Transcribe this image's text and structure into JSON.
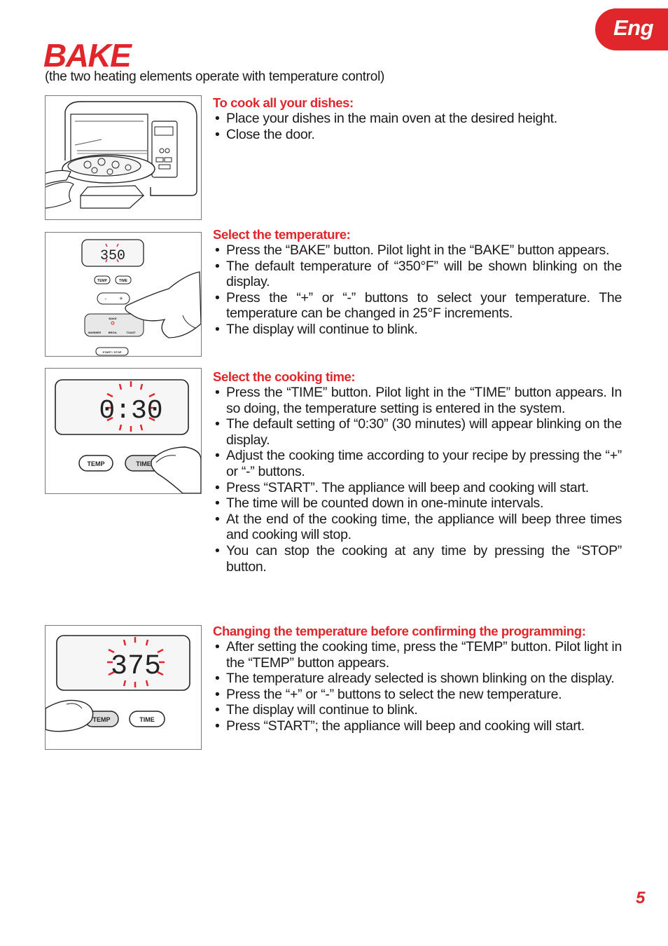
{
  "lang_tab": "Eng",
  "title": "BAKE",
  "subtitle": "(the two heating elements operate with temperature control)",
  "sections": [
    {
      "heading": "To cook all your dishes:",
      "items": [
        "Place your dishes in the main oven at the desired height.",
        "Close the door."
      ]
    },
    {
      "heading": "Select the temperature:",
      "items": [
        "Press the “BAKE” button. Pilot light in the “BAKE” button appears.",
        "The default temperature of “350°F” will be shown blinking on the display.",
        "Press the “+” or “-” buttons to select your temperature. The temperature can be changed in 25°F increments.",
        "The display will continue to blink."
      ]
    },
    {
      "heading": "Select the cooking time:",
      "items": [
        "Press the “TIME” button. Pilot light in the “TIME” button appears. In so doing, the temperature setting is entered in the system.",
        "The default setting of “0:30” (30 minutes) will appear blinking on the display.",
        "Adjust the cooking time according to your recipe by pressing the “+” or “-” buttons.",
        "Press “START”. The appliance will beep and cooking will start.",
        "The time will be counted down in one-minute intervals.",
        "At the end of the cooking time, the appliance will beep three times and cooking will stop.",
        "You can stop the cooking at any time by pressing the “STOP” button."
      ]
    },
    {
      "heading": "Changing the temperature before confirming the programming:",
      "items": [
        "After setting the cooking time, press the “TEMP” button. Pilot light in the “TEMP” button appears.",
        "The temperature already selected is shown blinking on the display.",
        "Press the “+” or “-” buttons to select the new temperature.",
        "The display will continue to blink.",
        "Press “START”; the appliance will beep and cooking will start."
      ]
    }
  ],
  "figures": {
    "panel_display": "350",
    "panel_buttons": [
      "TEMP",
      "TIME",
      "-",
      "+",
      "BAKE",
      "WARMER",
      "BROIL",
      "TOAST",
      "START / STOP"
    ],
    "time_display": "0:30",
    "time_buttons": [
      "TEMP",
      "TIME"
    ],
    "temp_display": "375",
    "temp_buttons": [
      "TEMP",
      "TIME"
    ]
  },
  "page_number": "5",
  "colors": {
    "accent": "#e0262b",
    "text": "#1a1a1a",
    "border": "#777777"
  }
}
